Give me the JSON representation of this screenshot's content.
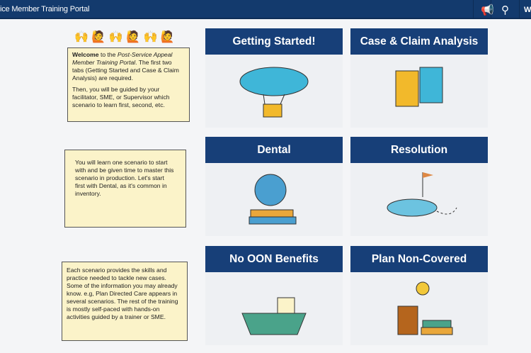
{
  "header": {
    "title": "ice Member Training Portal",
    "announce_icon": "megaphone-icon",
    "search_icon": "search-icon",
    "user_initial": "W"
  },
  "notes": [
    {
      "bold": "Welcome",
      "text1": " to the ",
      "italic": "Post-Service Appeal Member Training Portal",
      "text2": ". The first two tabs (Getting Started and Case & Claim Analysis) are required.",
      "para2": "Then, you will be guided by your facilitator, SME, or Supervisor which scenario to learn first, second, etc."
    },
    {
      "text": "You will learn one scenario to start with and be given time to master this scenario in production. Let's start first with Dental, as it's common in inventory."
    },
    {
      "text": "Each scenario provides the skills and practice needed to tackle new cases. Some of the information you may already know. e.g, Plan Directed Care appears in several scenarios. The rest of the training is mostly self-paced with hands-on activities guided by a trainer or SME."
    }
  ],
  "tiles": [
    {
      "label": "Getting Started!",
      "color": "#3fb6d8"
    },
    {
      "label": "Case & Claim Analysis",
      "color": "#f2b92b"
    },
    {
      "label": "Dental",
      "color": "#4a9fd0"
    },
    {
      "label": "Resolution",
      "color": "#6cc3e0"
    },
    {
      "label": "No OON Benefits",
      "color": "#4aa38a"
    },
    {
      "label": "Plan Non-Covered",
      "color": "#e9a73b"
    }
  ]
}
